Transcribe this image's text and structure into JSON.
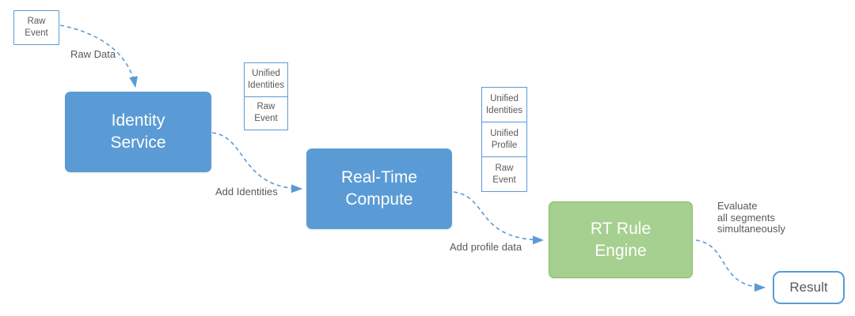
{
  "colors": {
    "node_blue": "#5B9BD5",
    "node_green_fill": "#A6D08F",
    "node_green_border": "#84BC66",
    "edge_blue": "#5B9BD5",
    "label_gray": "#595959",
    "background": "#FFFFFF"
  },
  "nodes": {
    "raw_event": {
      "label": "Raw\nEvent"
    },
    "identity_service": {
      "label": "Identity\nService"
    },
    "realtime_compute": {
      "label": "Real-Time\nCompute"
    },
    "rt_rule_engine": {
      "label": "RT Rule\nEngine"
    },
    "result": {
      "label": "Result"
    }
  },
  "stacks": {
    "after_identity": {
      "cells": [
        {
          "label": "Unified\nIdentities"
        },
        {
          "label": "Raw\nEvent"
        }
      ]
    },
    "after_compute": {
      "cells": [
        {
          "label": "Unified\nIdentities"
        },
        {
          "label": "Unified\nProfile"
        },
        {
          "label": "Raw\nEvent"
        }
      ]
    }
  },
  "edges": {
    "raw_data": {
      "label": "Raw Data"
    },
    "add_identities": {
      "label": "Add Identities"
    },
    "add_profile_data": {
      "label": "Add profile data"
    },
    "evaluate": {
      "label": "Evaluate\nall segments\nsimultaneously"
    }
  }
}
